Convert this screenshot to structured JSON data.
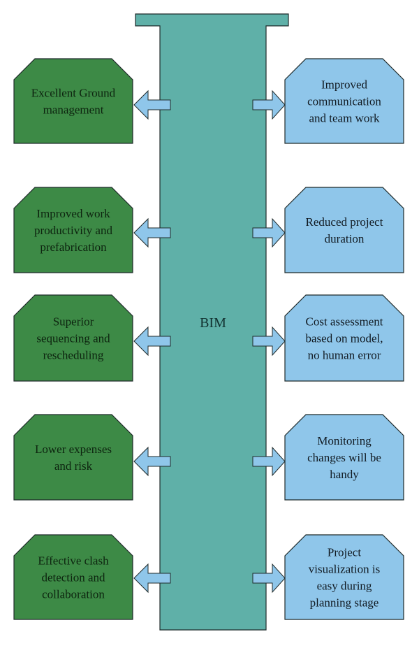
{
  "colors": {
    "pillar": "#5fb0a8",
    "left_box": "#3d8a46",
    "right_box": "#8fc6ea",
    "arrow": "#8fc6ea",
    "outline": "#1f2a2a",
    "left_text": "#0d240f",
    "right_text": "#111a22",
    "center_text": "#123231"
  },
  "center": {
    "label": "BIM"
  },
  "left_boxes": [
    {
      "lines": [
        "Excellent Ground",
        "management"
      ]
    },
    {
      "lines": [
        "Improved work",
        "productivity and",
        "prefabrication"
      ]
    },
    {
      "lines": [
        "Superior",
        "sequencing and",
        "rescheduling"
      ]
    },
    {
      "lines": [
        "Lower expenses",
        "and risk"
      ]
    },
    {
      "lines": [
        "Effective clash",
        "detection and",
        "collaboration"
      ]
    }
  ],
  "right_boxes": [
    {
      "lines": [
        "Improved",
        "communication",
        "and team work"
      ]
    },
    {
      "lines": [
        "Reduced project",
        "duration"
      ]
    },
    {
      "lines": [
        "Cost assessment",
        "based on model,",
        "no human error"
      ]
    },
    {
      "lines": [
        "Monitoring",
        "changes will be",
        "handy"
      ]
    },
    {
      "lines": [
        "Project",
        "visualization is",
        "easy during",
        "planning stage"
      ]
    }
  ]
}
